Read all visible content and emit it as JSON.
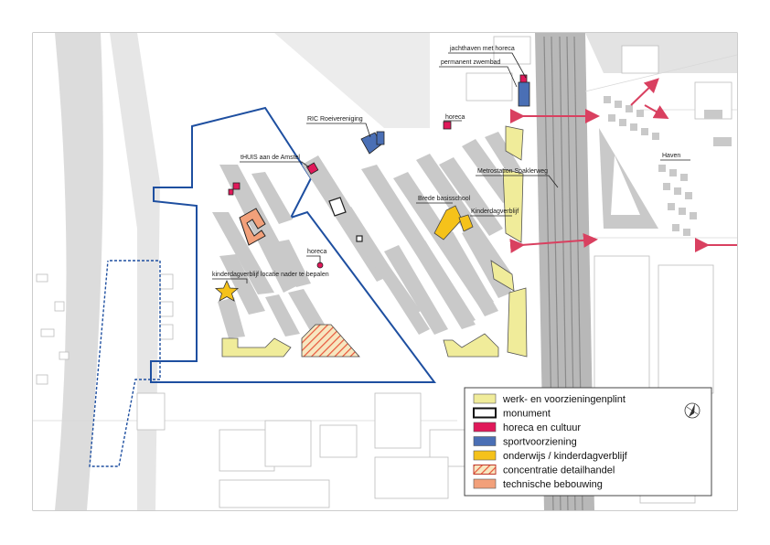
{
  "labels": {
    "jachthaven": "jachthaven met horeca",
    "zwembad": "permanent zwembad",
    "ric": "RIC Roeivereniging",
    "horeca_top": "horeca",
    "thuis": "tHUIS aan de Amstel",
    "metro": "Metrostation Spaklerweg",
    "haven": "Haven",
    "basisschool": "Brede basisschool",
    "kinderdagverblijf": "Kinderdagverblijf",
    "horeca_mid": "horeca",
    "kdv_locatie": "kinderdagverblijf locatie nader te bepalen"
  },
  "legend": {
    "items": [
      {
        "label": "werk- en voorzieningenplint",
        "color": "#f0ec9a"
      },
      {
        "label": "monument",
        "color": "#ffffff"
      },
      {
        "label": "horeca en cultuur",
        "color": "#e0195a"
      },
      {
        "label": "sportvoorziening",
        "color": "#4a6fb5"
      },
      {
        "label": "onderwijs / kinderdagverblijf",
        "color": "#f5c21a"
      },
      {
        "label": "concentratie detailhandel",
        "color": "#e87a5a"
      },
      {
        "label": "technische bebouwing",
        "color": "#f2a07a"
      }
    ]
  },
  "icons": {
    "compass": "north-arrow-icon",
    "star": "star-icon"
  },
  "colors": {
    "plan_boundary": "#1e4fa0",
    "arrow": "#d94060",
    "building": "#c9c9c9",
    "rail": "#8a8a8a"
  }
}
